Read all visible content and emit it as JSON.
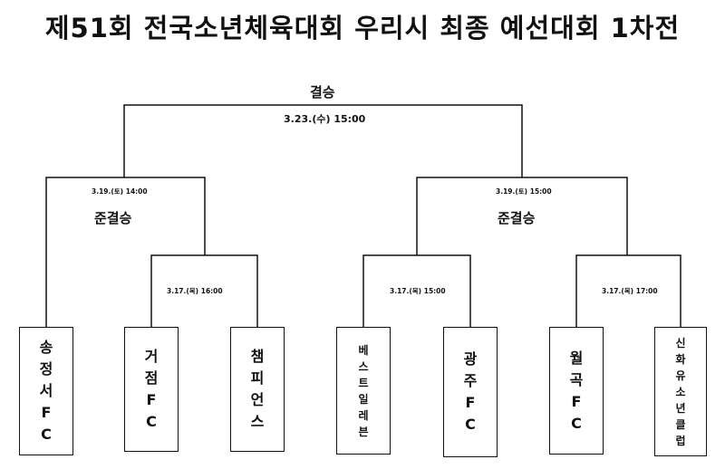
{
  "title": "제51회 전국소년체육대회 우리시 최종 예선대회 1차전",
  "bracket": {
    "final": {
      "label": "결승",
      "datetime": "3.23.(수) 15:00"
    },
    "semi_left": {
      "label": "준결승",
      "datetime": "3.19.(토) 14:00"
    },
    "semi_right": {
      "label": "준결승",
      "datetime": "3.19.(토) 15:00"
    },
    "match_left": {
      "datetime": "3.17.(목) 16:00"
    },
    "match_mid": {
      "datetime": "3.17.(목) 15:00"
    },
    "match_right": {
      "datetime": "3.17.(목) 17:00"
    }
  },
  "teams": [
    {
      "name": "송정서FC"
    },
    {
      "name": "거점FC"
    },
    {
      "name": "챔피언스"
    },
    {
      "name": "베스트일레븐"
    },
    {
      "name": "광주FC"
    },
    {
      "name": "월곡FC"
    },
    {
      "name": "신화유소년클럽"
    }
  ]
}
